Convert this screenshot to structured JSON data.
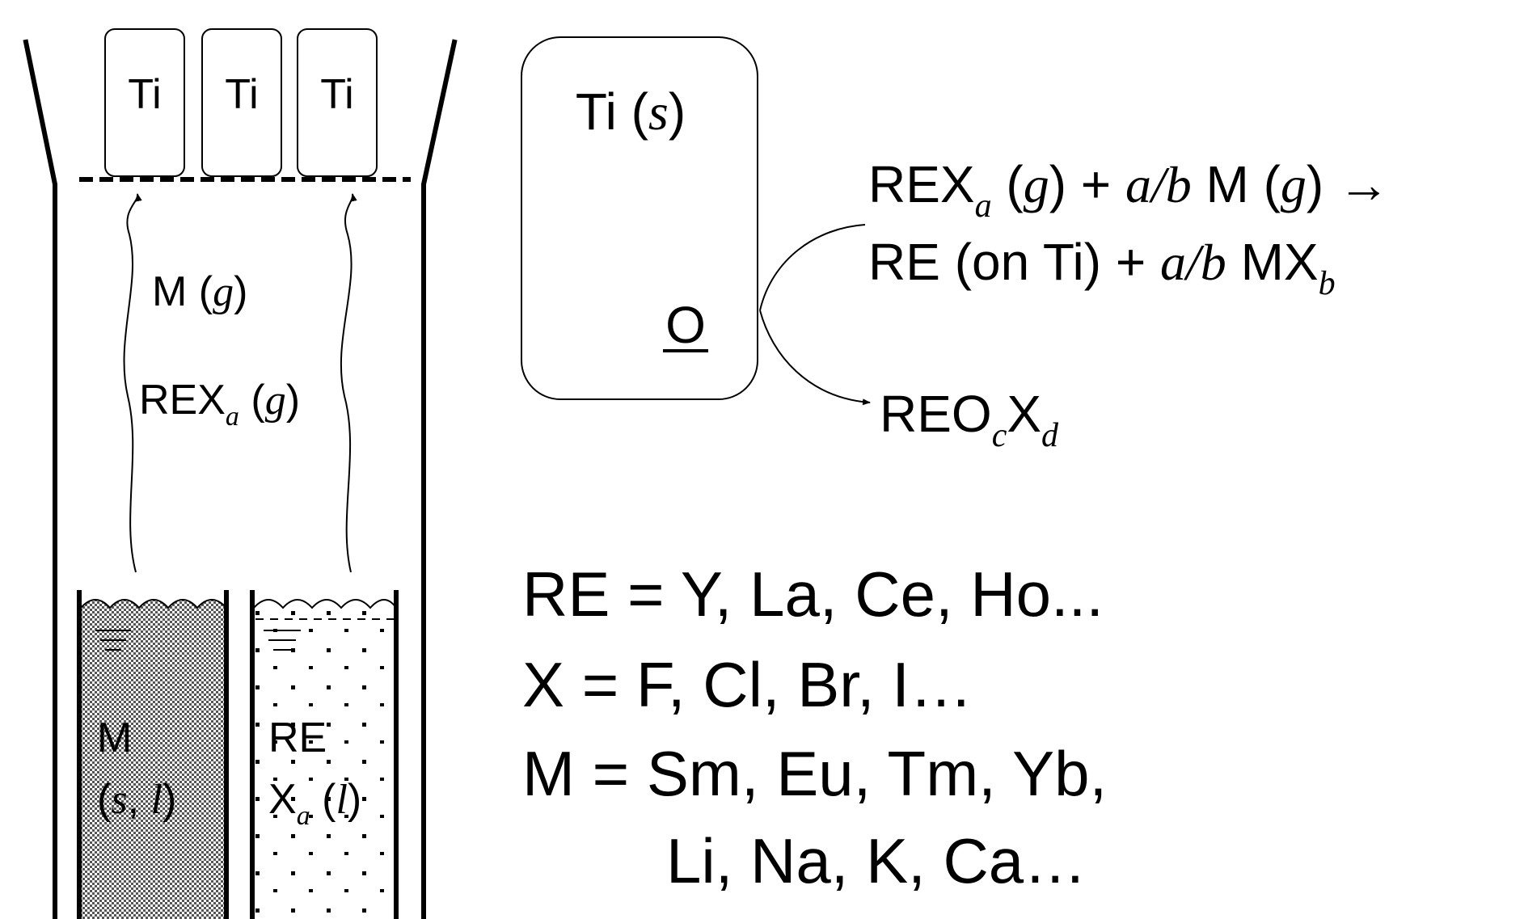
{
  "crucible": {
    "ti_samples": [
      "Ti",
      "Ti",
      "Ti"
    ],
    "vapor_reductant": {
      "text": "M",
      "phase": "g"
    },
    "vapor_halide": {
      "text": "REX",
      "sub": "a",
      "phase": "g"
    },
    "reductant_melt": {
      "line1": "M",
      "phase_a": "s",
      "phase_b": "l"
    },
    "halide_melt": {
      "line1": "RE",
      "line2": "X",
      "sub": "a",
      "phase": "l"
    }
  },
  "ti_solid": {
    "text": "Ti",
    "phase": "s",
    "oxygen": "O"
  },
  "reaction": {
    "l1_text": "REX",
    "l1_sub": "a",
    "l1_phase": "g",
    "l1_coef": "a/b",
    "l1_species": "M",
    "l1_phase2": "g",
    "l1_arrow": "→",
    "l2_prefix": "RE (on Ti) + ",
    "l2_coef": "a/b",
    "l2_species": "MX",
    "l2_sub": "b"
  },
  "product": {
    "base": "REO",
    "sub_c": "c",
    "mid": "X",
    "sub_d": "d"
  },
  "legend": {
    "re": "RE = Y, La, Ce, Ho...",
    "x": "X = F, Cl, Br, I…",
    "m1": "M = Sm, Eu, Tm, Yb,",
    "m2": "Li, Na, K, Ca…"
  }
}
